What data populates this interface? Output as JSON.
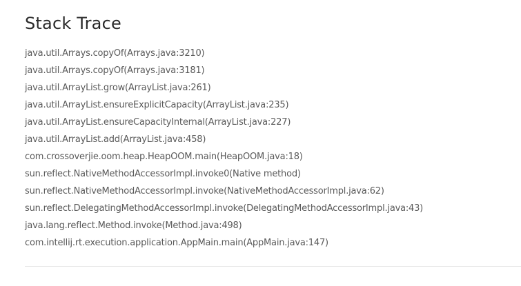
{
  "title": "Stack Trace",
  "frames": [
    "java.util.Arrays.copyOf(Arrays.java:3210)",
    "java.util.Arrays.copyOf(Arrays.java:3181)",
    "java.util.ArrayList.grow(ArrayList.java:261)",
    "java.util.ArrayList.ensureExplicitCapacity(ArrayList.java:235)",
    "java.util.ArrayList.ensureCapacityInternal(ArrayList.java:227)",
    "java.util.ArrayList.add(ArrayList.java:458)",
    "com.crossoverjie.oom.heap.HeapOOM.main(HeapOOM.java:18)",
    "sun.reflect.NativeMethodAccessorImpl.invoke0(Native method)",
    "sun.reflect.NativeMethodAccessorImpl.invoke(NativeMethodAccessorImpl.java:62)",
    "sun.reflect.DelegatingMethodAccessorImpl.invoke(DelegatingMethodAccessorImpl.java:43)",
    "java.lang.reflect.Method.invoke(Method.java:498)",
    "com.intellij.rt.execution.application.AppMain.main(AppMain.java:147)"
  ]
}
